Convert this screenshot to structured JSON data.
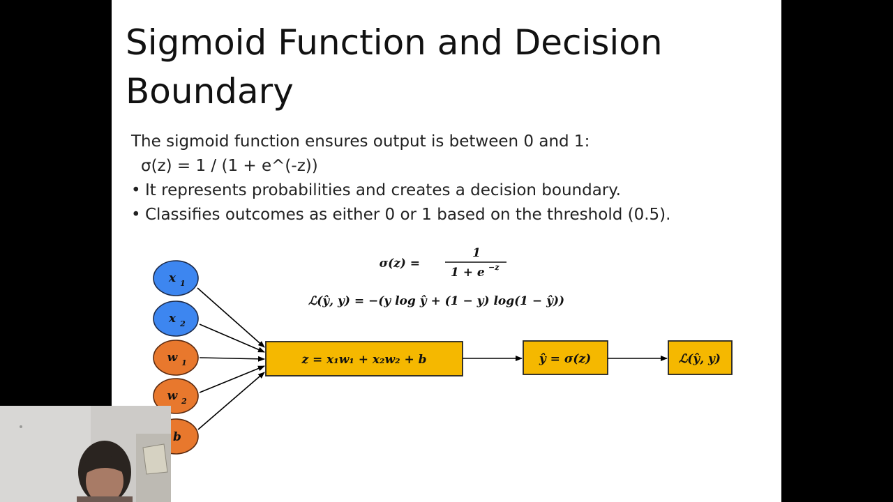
{
  "slide": {
    "title_line1": "Sigmoid Function and Decision",
    "title_line2": "Boundary",
    "intro": "The sigmoid function ensures output is between 0 and 1:",
    "formula": "σ(z) = 1 / (1 + e^(-z))",
    "bullet_char": "•",
    "bullets": [
      "It represents probabilities and creates a decision boundary.",
      "Classifies outcomes as either 0 or 1 based on the threshold (0.5)."
    ]
  },
  "diagram": {
    "sigmoid_lhs": "σ(z) =",
    "sigmoid_num": "1",
    "sigmoid_den": "1 + e",
    "sigmoid_exp": "−z",
    "loss_eq": "ℒ(ŷ, y) = −(y log ŷ + (1 − y) log(1 − ŷ))",
    "inputs": [
      {
        "base": "x",
        "sub": "1",
        "kind": "feature"
      },
      {
        "base": "x",
        "sub": "2",
        "kind": "feature"
      },
      {
        "base": "w",
        "sub": "1",
        "kind": "weight"
      },
      {
        "base": "w",
        "sub": "2",
        "kind": "weight"
      },
      {
        "base": "b",
        "sub": "",
        "kind": "weight"
      }
    ],
    "box_linear": "z = x₁w₁ + x₂w₂ + b",
    "box_sigmoid": "ŷ = σ(z)",
    "box_loss": "ℒ(ŷ, y)",
    "colors": {
      "feature": "#3d86f0",
      "weight": "#e8782d",
      "box": "#f5b800",
      "border": "#222222"
    }
  }
}
